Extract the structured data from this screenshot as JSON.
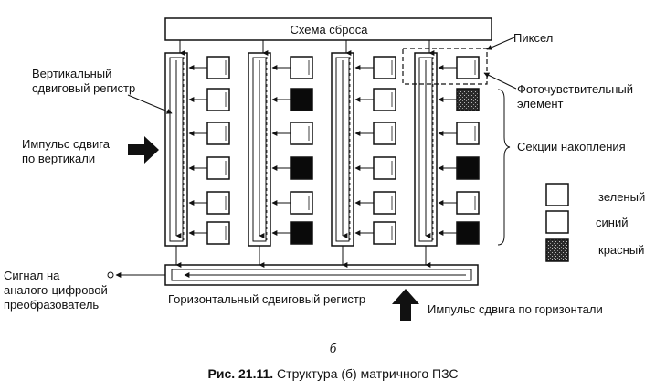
{
  "reset_circuit": {
    "label": "Схема сброса"
  },
  "labels": {
    "pixel": "Пиксел",
    "vertical_register_line1": "Вертикальный",
    "vertical_register_line2": "сдвиговый регистр",
    "photosensitive_line1": "Фоточувствительный",
    "photosensitive_line2": "элемент",
    "vertical_pulse_line1": "Импульс сдвига",
    "vertical_pulse_line2": "по вертикали",
    "accumulation": "Секции накопления",
    "signal_line1": "Сигнал на",
    "signal_line2": "аналого-цифровой",
    "signal_line3": "преобразователь",
    "horizontal_register": "Горизонтальный сдвиговый регистр",
    "horizontal_pulse": "Импульс сдвига по горизонтали"
  },
  "legend": [
    {
      "label": "зеленый",
      "color": "#ffffff"
    },
    {
      "label": "синий",
      "color": "#ffffff"
    },
    {
      "label": "красный",
      "color": "#2a2a2a"
    }
  ],
  "figure_letter": "б",
  "caption": {
    "number": "Рис. 21.11.",
    "text": " Структура (б) матричного ПЗС"
  },
  "colors": {
    "ink": "#111111",
    "dark_pixel": "#0a0a0a"
  }
}
